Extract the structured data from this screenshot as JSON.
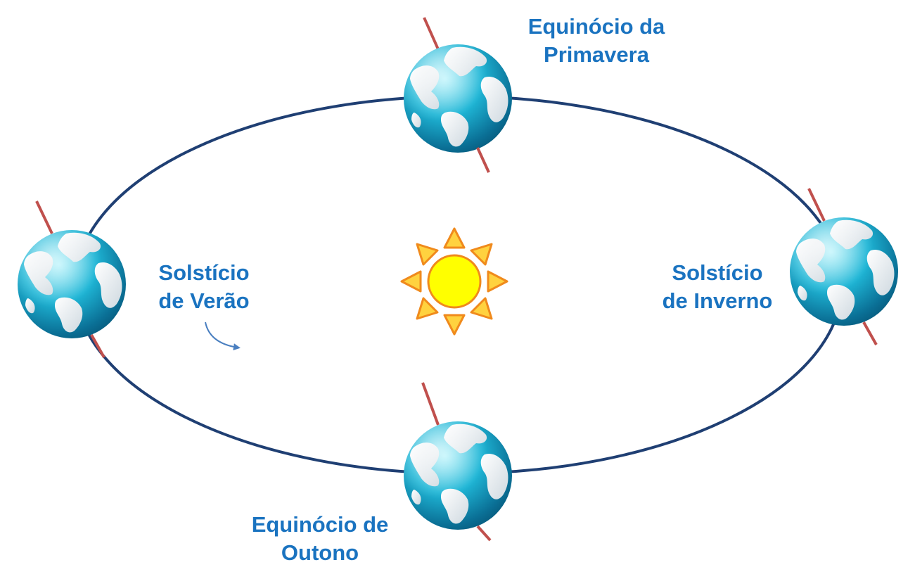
{
  "labels": {
    "spring": {
      "line1": "Equinócio da",
      "line2": "Primavera"
    },
    "summer": {
      "line1": "Solstício",
      "line2": "de Verão"
    },
    "winter": {
      "line1": "Solstício",
      "line2": "de Inverno"
    },
    "autumn": {
      "line1": "Equinócio de",
      "line2": "Outono"
    }
  },
  "colors": {
    "orbit": "#1f3f73",
    "axis": "#c0504d",
    "label_text": "#1a73c0",
    "sun_fill": "#ffff00",
    "sun_stroke": "#f08a1c",
    "ray_fill": "#ffd23f",
    "arrow": "#4a7fc0",
    "ocean_light": "#7fe0f0",
    "ocean_dark": "#0a6f95",
    "land": "#f4f7f9"
  },
  "icons": {
    "sun": "sun-icon",
    "earth": "earth-globe-icon",
    "direction": "curved-arrow-icon"
  }
}
